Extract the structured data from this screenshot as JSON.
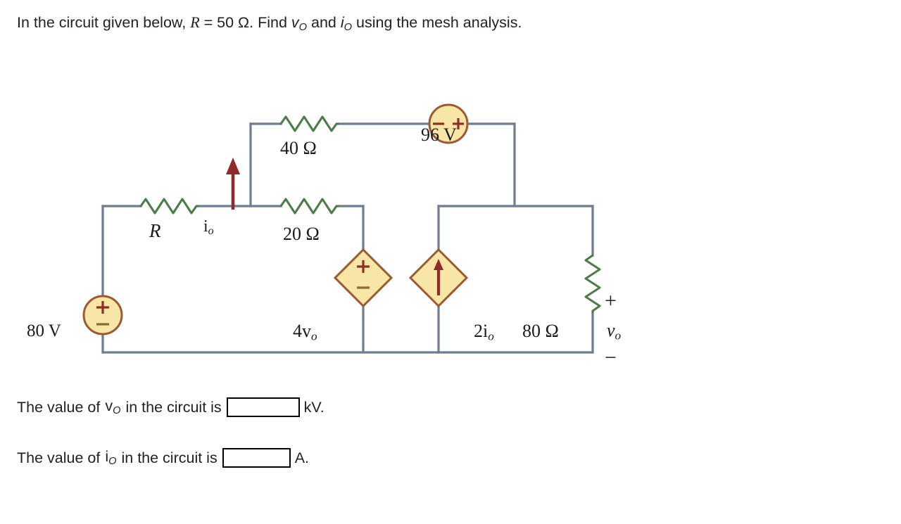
{
  "prompt": {
    "lead": "In the circuit given below,",
    "r_symbol": "R",
    "r_equals": "= 50 Ω. Find",
    "vo_var": "v",
    "vo_sub": "O",
    "and": "and",
    "io_var": "i",
    "io_sub": "O",
    "tail": "using the mesh analysis."
  },
  "circuit": {
    "title": "mesh analysis circuit",
    "colors": {
      "wire": "#6e7c94",
      "resistor": "#4f7a4a",
      "source_fill": "#f7e6a5",
      "source_stroke": "#9c5a33",
      "symbol": "#8c2f24",
      "arrow": "#8e2b2b"
    },
    "components": [
      {
        "id": "r40",
        "type": "resistor",
        "label": "40 Ω",
        "orientation": "horizontal"
      },
      {
        "id": "r20",
        "type": "resistor",
        "label": "20 Ω",
        "orientation": "horizontal"
      },
      {
        "id": "rR",
        "type": "resistor",
        "label": "R",
        "orientation": "horizontal"
      },
      {
        "id": "r80",
        "type": "resistor",
        "label": "80 Ω",
        "orientation": "vertical"
      },
      {
        "id": "v80",
        "type": "voltage-source",
        "label": "80 V",
        "polarity": "plus-top"
      },
      {
        "id": "v96",
        "type": "voltage-source",
        "label": "96 V",
        "polarity": "minus-left-plus-right"
      },
      {
        "id": "dep4vo",
        "type": "dependent-voltage",
        "label": "4vₒ",
        "polarity": "plus-top"
      },
      {
        "id": "dep2io",
        "type": "dependent-current",
        "label": "2iₒ",
        "direction": "up"
      }
    ],
    "labels": {
      "r40": "40 Ω",
      "r20": "20 Ω",
      "r80": "80 Ω",
      "R": "R",
      "v80": "80 V",
      "v96": "96 V",
      "dep_voltage_coeff": "4",
      "dep_voltage_var": "v",
      "dep_voltage_sub": "o",
      "dep_current_coeff": "2",
      "dep_current_var": "i",
      "dep_current_sub": "o",
      "io_var": "i",
      "io_sub": "o",
      "vo_var": "v",
      "vo_sub": "o",
      "plus": "+",
      "minus": "−"
    }
  },
  "answers": {
    "vo": {
      "text": "The value of",
      "var": "v",
      "sub": "O",
      "tail": "in the circuit is",
      "value": "",
      "unit": "kV."
    },
    "io": {
      "text": "The value of",
      "var": "i",
      "sub": "O",
      "tail": "in the circuit is",
      "value": "",
      "unit": "A."
    }
  }
}
